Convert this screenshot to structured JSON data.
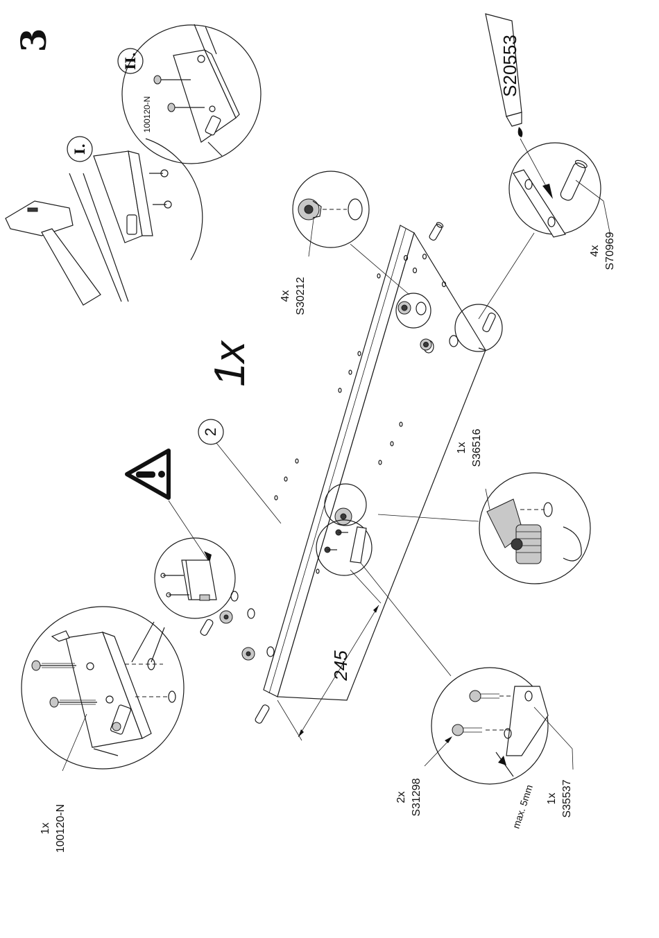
{
  "step": {
    "number": "3"
  },
  "panel": {
    "quantity": "1x",
    "part_number": "2"
  },
  "dimension": {
    "value": "245"
  },
  "details": {
    "roman_1": "I.",
    "roman_2": "II.",
    "top_detail_part": "100120-N",
    "glue_part": "S20553",
    "max_note": "max. 5mm"
  },
  "callouts": [
    {
      "qty": "1x",
      "part": "100120-N"
    },
    {
      "qty": "2x",
      "part": "S31298"
    },
    {
      "qty": "1x",
      "part": "S35537"
    },
    {
      "qty": "1x",
      "part": "S36516"
    },
    {
      "qty": "4x",
      "part": "S30212"
    },
    {
      "qty": "4x",
      "part": "S70969"
    }
  ],
  "icons": {
    "warning": "warning-triangle-icon",
    "hammer": "hammer-icon",
    "glue": "glue-tube-icon"
  },
  "colors": {
    "line": "#1a1a1a",
    "background": "#ffffff"
  }
}
